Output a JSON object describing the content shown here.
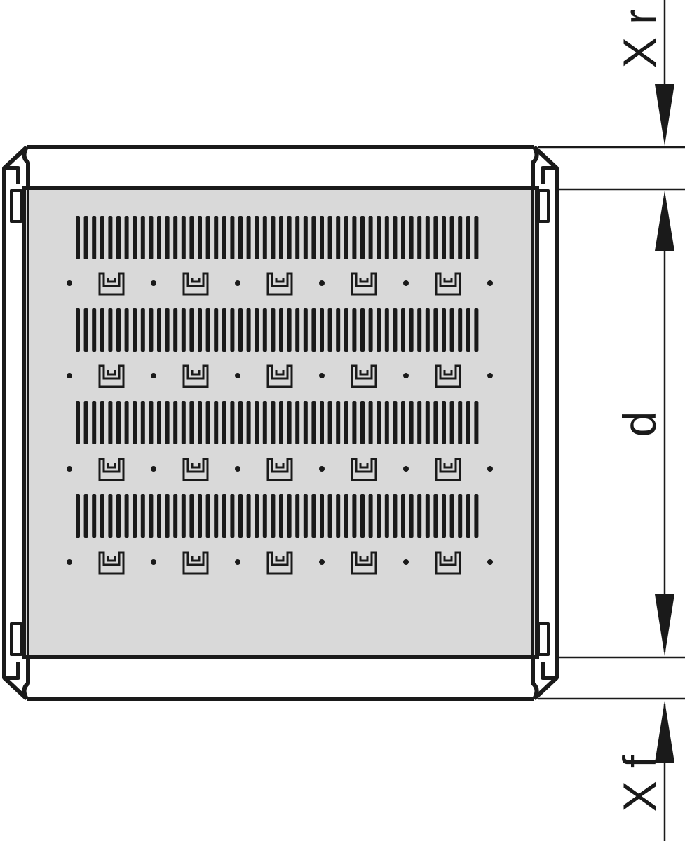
{
  "diagram": {
    "labels": {
      "xr": "X r",
      "d": "d",
      "xf": "X f"
    },
    "colors": {
      "line": "#1a1a1a",
      "panel_fill": "#d9d9d9",
      "background": "#ffffff"
    }
  }
}
